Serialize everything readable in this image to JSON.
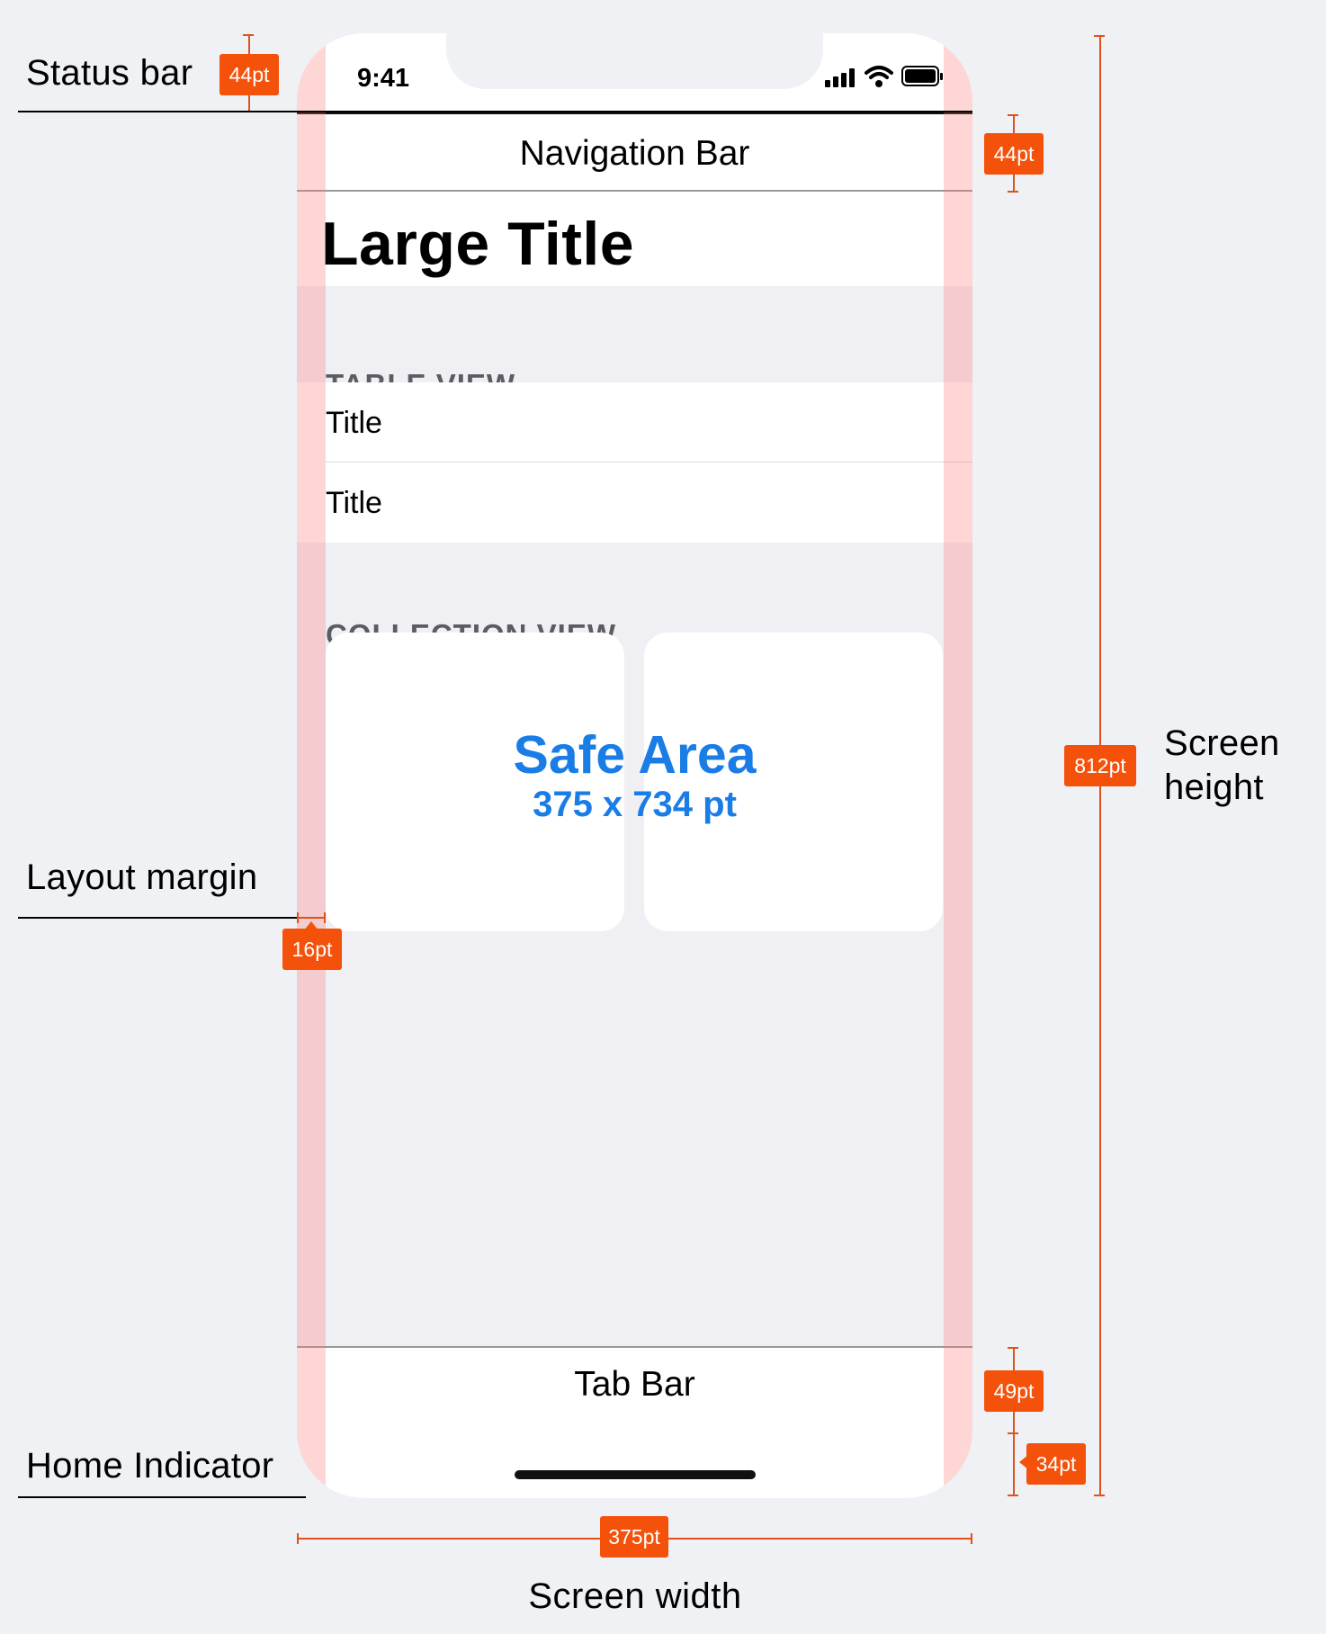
{
  "phone": {
    "status_time": "9:41",
    "nav_title": "Navigation Bar",
    "large_title": "Large Title",
    "table_header": "TABLE VIEW",
    "table_rows": [
      "Title",
      "Title"
    ],
    "collection_header": "COLLECTION VIEW",
    "safe_area_title": "Safe Area",
    "safe_area_size": "375 x 734 pt",
    "tab_bar_title": "Tab Bar"
  },
  "labels": {
    "status_bar": "Status bar",
    "layout_margin": "Layout margin",
    "home_indicator": "Home Indicator",
    "screen_height_line1": "Screen",
    "screen_height_line2": "height",
    "screen_width": "Screen width"
  },
  "badges": {
    "status_bar": "44pt",
    "nav_bar": "44pt",
    "layout_margin": "16pt",
    "screen_height": "812pt",
    "tab_bar": "49pt",
    "home_indicator": "34pt",
    "screen_width": "375pt"
  },
  "colors": {
    "accent": "#f4510b",
    "safe_area_text": "#1a7de6",
    "margin_overlay": "#ff7878"
  }
}
